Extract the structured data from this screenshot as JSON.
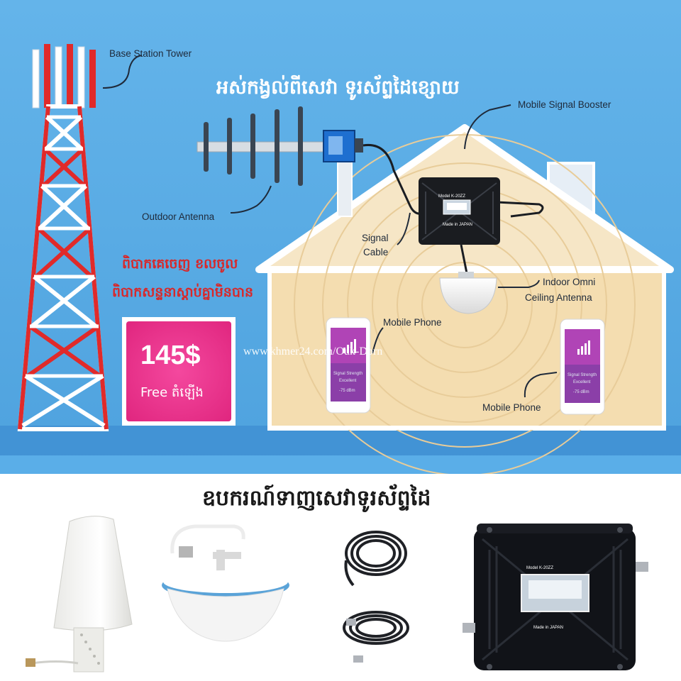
{
  "diagram": {
    "labels": {
      "base_station_tower": "Base Station Tower",
      "mobile_signal_booster": "Mobile Signal Booster",
      "outdoor_antenna": "Outdoor Antenna",
      "signal_cable_line1": "Signal",
      "signal_cable_line2": "Cable",
      "indoor_antenna_line1": "Indoor Omni",
      "indoor_antenna_line2": "Ceiling Antenna",
      "mobile_phone_left": "Mobile Phone",
      "mobile_phone_right": "Mobile Phone"
    },
    "booster_model": "Model K-20ZZ",
    "booster_made_in": "Made in JAPAN",
    "phone_screen": {
      "signal_text": "Signal Strength",
      "quality": "Excellent",
      "dbm": "-75 dBm"
    }
  },
  "headline_top": "អស់កង្វល់ពីសេវា ទូរស័ព្ទដៃខ្សោយ",
  "problem_lines": [
    "ពិបាកគេចេញ ខលចូល",
    "ពិបាកសន្ទនាស្តាប់គ្នាមិនបាន"
  ],
  "promo": {
    "price": "145$",
    "install_note": "Free តំឡើង"
  },
  "watermark": "www.khmer24.com/Ouk-Dorn",
  "headline_bottom": "ឧបករណ៍ទាញសេវាទូរស័ព្ទដៃ",
  "colors": {
    "sky": "#5aaee8",
    "house_wall": "#f4ddb0",
    "roof": "#f6e6c6",
    "tower_red": "#e02a2a",
    "promo_pink": "#e8358f"
  },
  "products": [
    {
      "name": "outdoor-panel-antenna-icon"
    },
    {
      "name": "ceiling-antenna-icon"
    },
    {
      "name": "coax-cable-icon"
    },
    {
      "name": "signal-booster-icon"
    }
  ]
}
